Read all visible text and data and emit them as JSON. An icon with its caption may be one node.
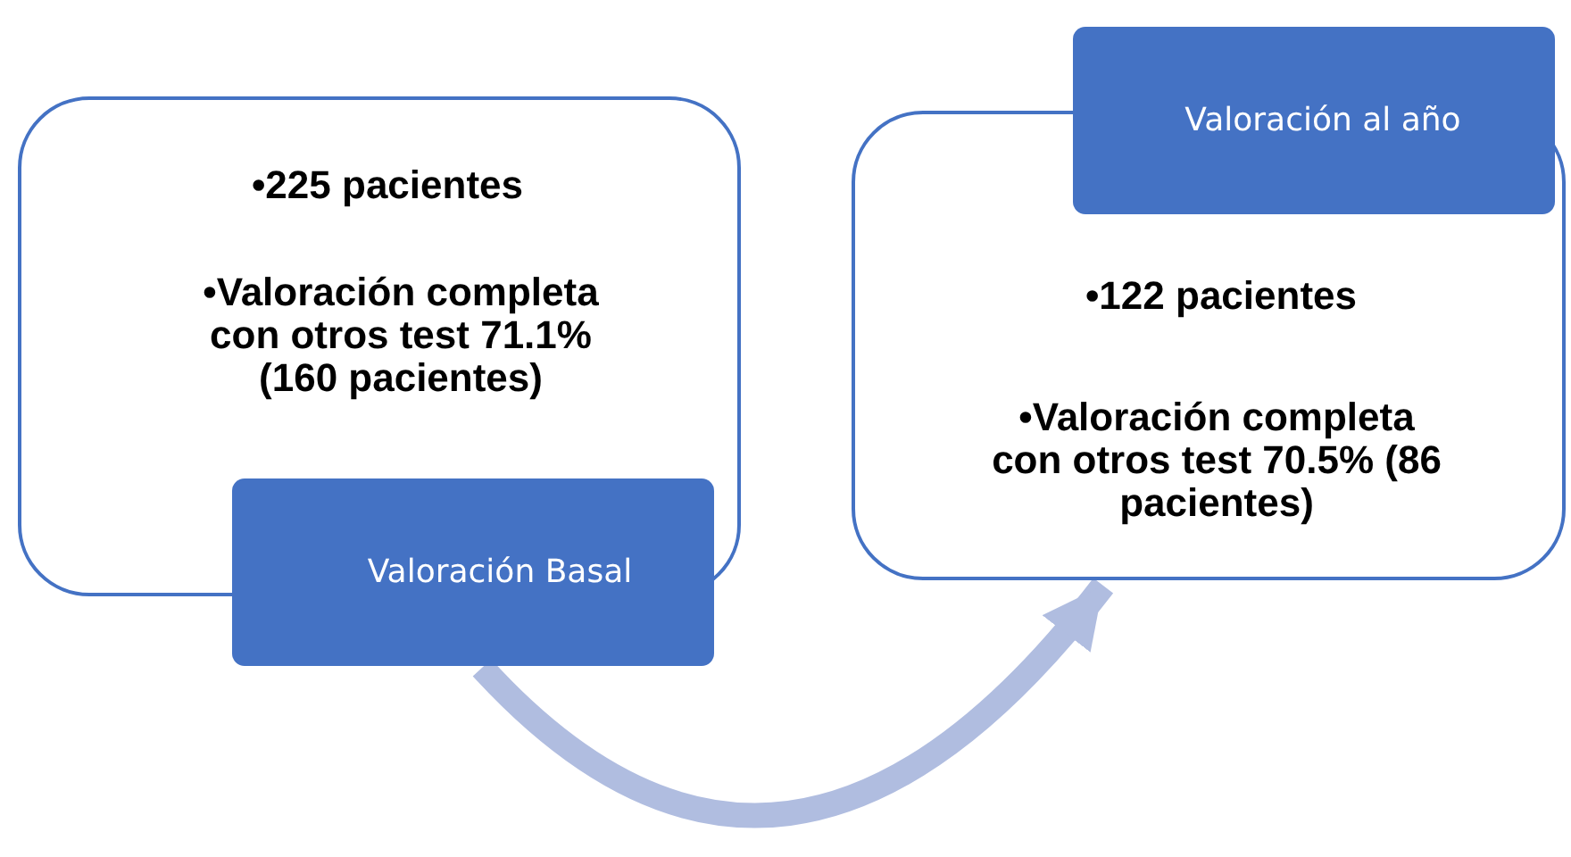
{
  "diagram": {
    "nodes": [
      {
        "text": [
          "•225 pacientes",
          "•Valoración completa con otros test 71.1% (160 pacientes)"
        ]
      },
      {
        "text": [
          "Valoración Basal"
        ]
      },
      {
        "text": [
          "•122 pacientes",
          "•Valoración completa con otros test 70.5% (86 pacientes)"
        ]
      },
      {
        "text": [
          "Valoración al año"
        ]
      }
    ],
    "edges": [
      {
        "from": 1,
        "to": 2,
        "arrow": "to"
      }
    ]
  }
}
